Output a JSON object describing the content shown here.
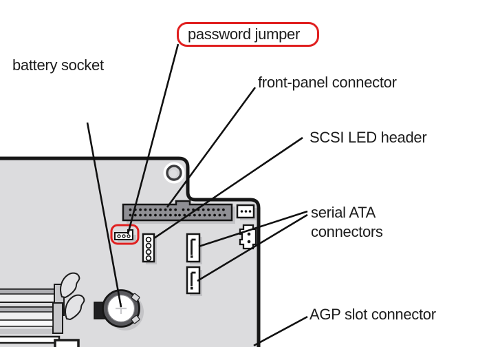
{
  "diagram": {
    "title_context": "motherboard component callout diagram",
    "labels": {
      "battery_socket": "battery socket",
      "password_jumper": "password jumper",
      "front_panel_connector": "front-panel connector",
      "scsi_led_header": "SCSI LED header",
      "serial_ata": [
        "serial ATA",
        "connectors"
      ],
      "agp_slot_connector": "AGP slot connector"
    },
    "colors": {
      "highlight_red": "#e01f1f",
      "board_gray": "#dcdcde",
      "connector_gray": "#8f8f94",
      "shadow_gray": "#c2c2c5",
      "outline_black": "#161616",
      "text": "#1c1c1c",
      "background": "#ffffff"
    }
  }
}
